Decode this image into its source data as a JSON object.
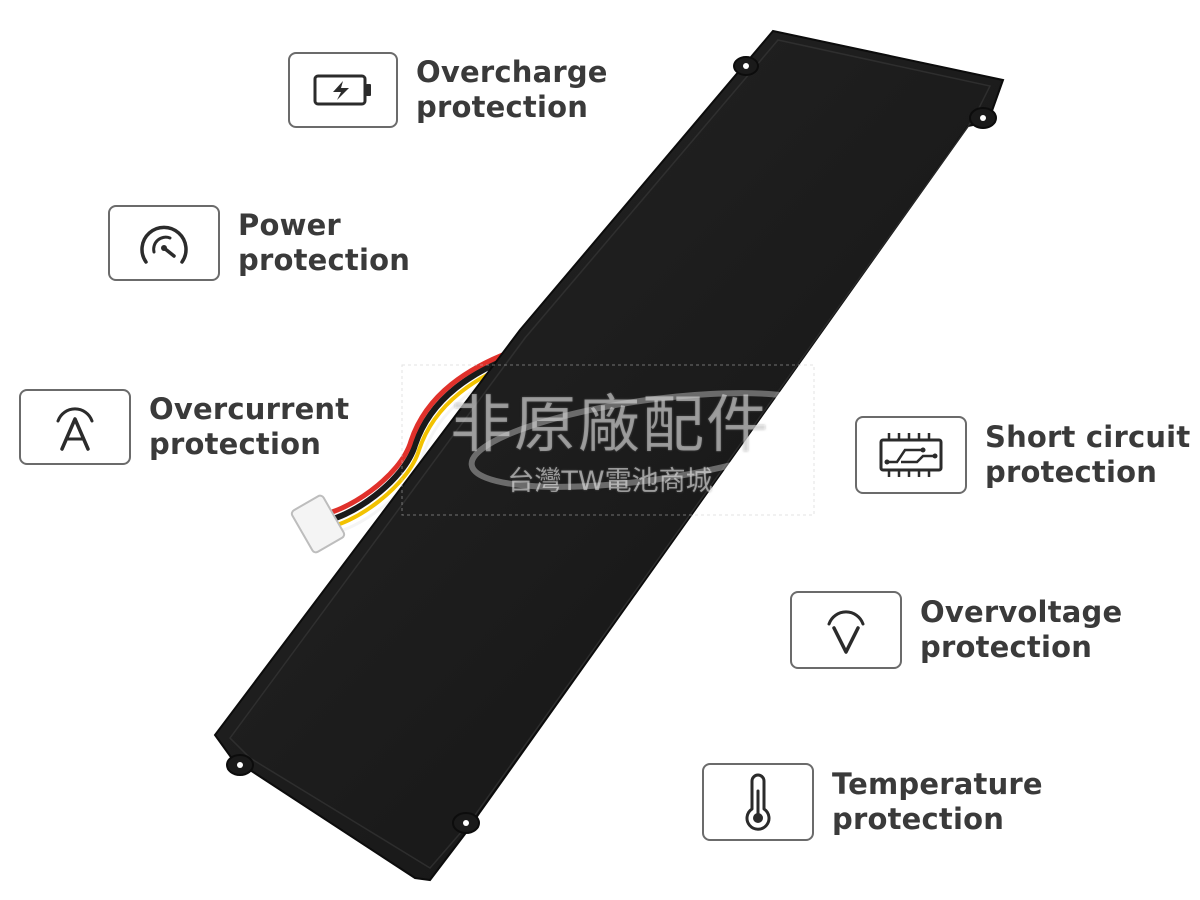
{
  "features": {
    "overcharge": {
      "line1": "Overcharge",
      "line2": "protection",
      "icon": "battery-charging-icon"
    },
    "power": {
      "line1": "Power",
      "line2": "protection",
      "icon": "gauge-icon"
    },
    "overcurrent": {
      "line1": "Overcurrent",
      "line2": "protection",
      "icon": "ampere-icon"
    },
    "short_circuit": {
      "line1": "Short circuit",
      "line2": "protection",
      "icon": "circuit-board-icon"
    },
    "overvoltage": {
      "line1": "Overvoltage",
      "line2": "protection",
      "icon": "voltage-icon"
    },
    "temperature": {
      "line1": "Temperature",
      "line2": "protection",
      "icon": "thermometer-icon"
    }
  },
  "watermark": {
    "main": "非原廠配件",
    "sub": "台灣TW電池商城"
  },
  "colors": {
    "battery_body": "#1f1f1f",
    "outline": "#6b6b6b",
    "label_text": "#3a3a3a",
    "wire_red": "#e0312b",
    "wire_black": "#1a1a1a",
    "wire_yellow": "#f2c200"
  }
}
